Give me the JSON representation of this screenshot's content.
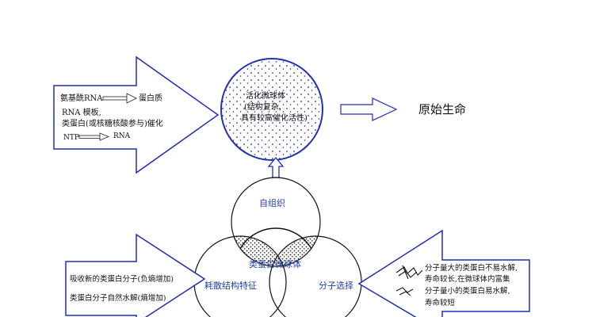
{
  "left_top_arrow": {
    "line1_left": "氨基酰RNA",
    "line1_right": "蛋白质",
    "line2": "RNA 模板,",
    "line3": "类蛋白(或核糖核酸参与)催化",
    "line4_left": "NTP",
    "line4_right": "RNA"
  },
  "top_circle": {
    "line1": "活化微球体",
    "line2": "(结构复杂,",
    "line3": "具有较高催化活性)"
  },
  "result_label": "原始生命",
  "venn": {
    "top": "自组织",
    "center": "类蛋白微球体",
    "left": "耗散结构特征",
    "right": "分子选择"
  },
  "left_bottom_arrow": {
    "line1": "吸收新的类蛋白分子(负熵增加)",
    "line2": "类蛋白分子自然水解(熵增加)"
  },
  "right_bottom_arrow": {
    "line1": "分子量大的类蛋白不易水解,",
    "line2": "寿命较长,在微球体内富集",
    "line3": "分子量小的类蛋白易水解,",
    "line4": "寿命较短"
  },
  "colors": {
    "arrow_stroke": "#1f2fb5",
    "circle_stroke": "#2030b0",
    "label_blue": "#1f3fa8"
  }
}
